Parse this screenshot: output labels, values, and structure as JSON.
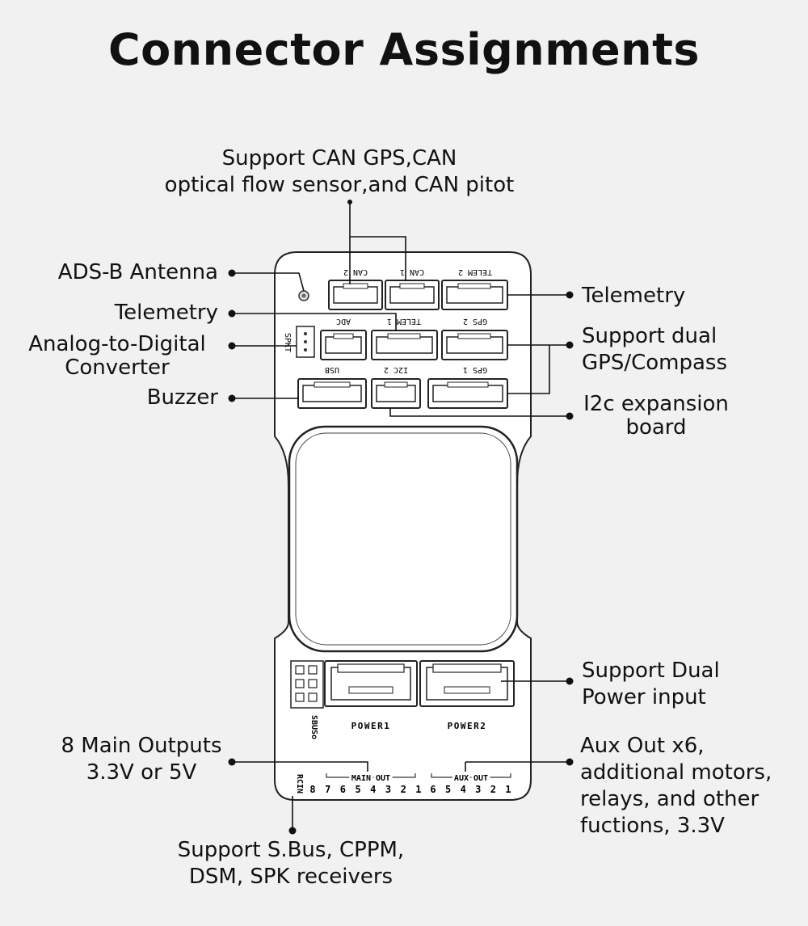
{
  "title": "Connector Assignments",
  "callouts": {
    "can_support": [
      "Support CAN GPS,CAN",
      "optical flow sensor,and CAN pitot"
    ],
    "adsb": [
      "ADS-B Antenna"
    ],
    "telemetry_left": [
      "Telemetry"
    ],
    "adc": [
      "Analog-to-Digital",
      "Converter"
    ],
    "buzzer": [
      "Buzzer"
    ],
    "telemetry_right": [
      "Telemetry"
    ],
    "dual_gps": [
      "Support dual",
      "GPS/Compass"
    ],
    "i2c": [
      "I2c expansion",
      "board"
    ],
    "dual_power": [
      "Support Dual",
      "Power  input"
    ],
    "main_outputs": [
      "8 Main Outputs",
      "3.3V or 5V"
    ],
    "aux_out": [
      "Aux Out x6,",
      "additional motors,",
      "relays, and other",
      "fuctions, 3.3V"
    ],
    "sbus": [
      "Support S.Bus, CPPM,",
      "DSM, SPK receivers"
    ]
  },
  "board": {
    "connectors": {
      "can2": "CAN 2",
      "can1": "CAN 1",
      "telem2": "TELEM 2",
      "adc": "ADC",
      "telem1": "TELEM 1",
      "gps2": "GPS 2",
      "usb": "USB",
      "i2c2": "I2C 2",
      "gps1": "GPS 1",
      "spkt": "SPKT",
      "power1": "POWER1",
      "power2": "POWER2",
      "sbuso": "SBUSo",
      "rcin": "RCIN"
    },
    "main_out_label": "MAIN OUT",
    "aux_out_label": "AUX OUT",
    "main_out_numbers": [
      "8",
      "7",
      "6",
      "5",
      "4",
      "3",
      "2",
      "1"
    ],
    "aux_out_numbers": [
      "6",
      "5",
      "4",
      "3",
      "2",
      "1"
    ]
  },
  "colors": {
    "background": "#f1f1f1",
    "board_fill": "#ffffff",
    "line": "#111111"
  }
}
